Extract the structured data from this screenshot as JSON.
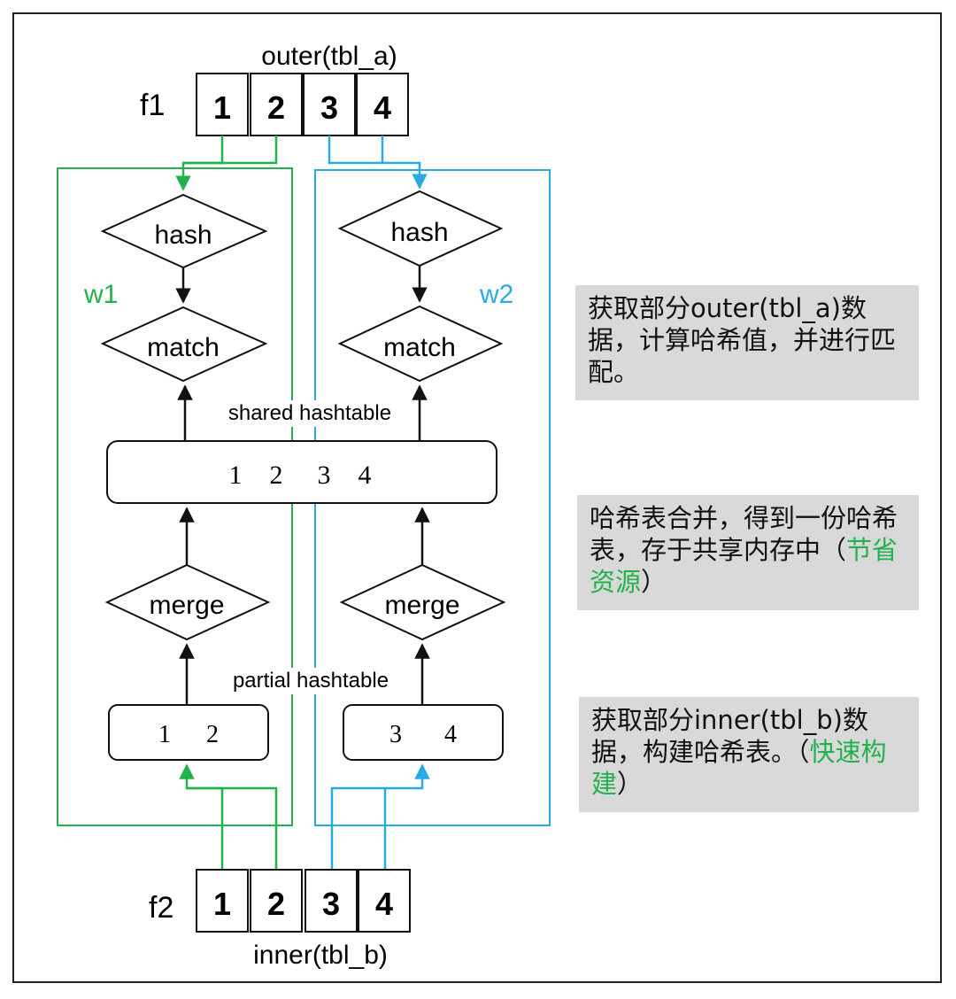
{
  "colors": {
    "w1": "#22b14c",
    "w2": "#29abe2",
    "stroke": "#111111",
    "note_bg": "#d9d9d9"
  },
  "outer": {
    "row_label": "f1",
    "caption": "outer(tbl_a)",
    "cells": [
      "1",
      "2",
      "3",
      "4"
    ]
  },
  "inner": {
    "row_label": "f2",
    "caption": "inner(tbl_b)",
    "cells": [
      "1",
      "2",
      "3",
      "4"
    ]
  },
  "workers": [
    {
      "label": "w1",
      "hash": "hash",
      "match": "match",
      "merge": "merge",
      "partial": [
        "1",
        "2"
      ]
    },
    {
      "label": "w2",
      "hash": "hash",
      "match": "match",
      "merge": "merge",
      "partial": [
        "3",
        "4"
      ]
    }
  ],
  "shared": {
    "label": "shared hashtable",
    "values": [
      "1",
      "2",
      "3",
      "4"
    ]
  },
  "partial_label": "partial hashtable",
  "notes": [
    {
      "text": "获取部分outer(tbl_a)数据，计算哈希值，并进行匹配。",
      "highlight": "",
      "tail": ""
    },
    {
      "text": "哈希表合并，得到一份哈希表，存于共享内存中（",
      "highlight": "节省资源",
      "tail": "）"
    },
    {
      "text": "获取部分inner(tbl_b)数据，构建哈希表。（",
      "highlight": "快速构建",
      "tail": "）"
    }
  ]
}
